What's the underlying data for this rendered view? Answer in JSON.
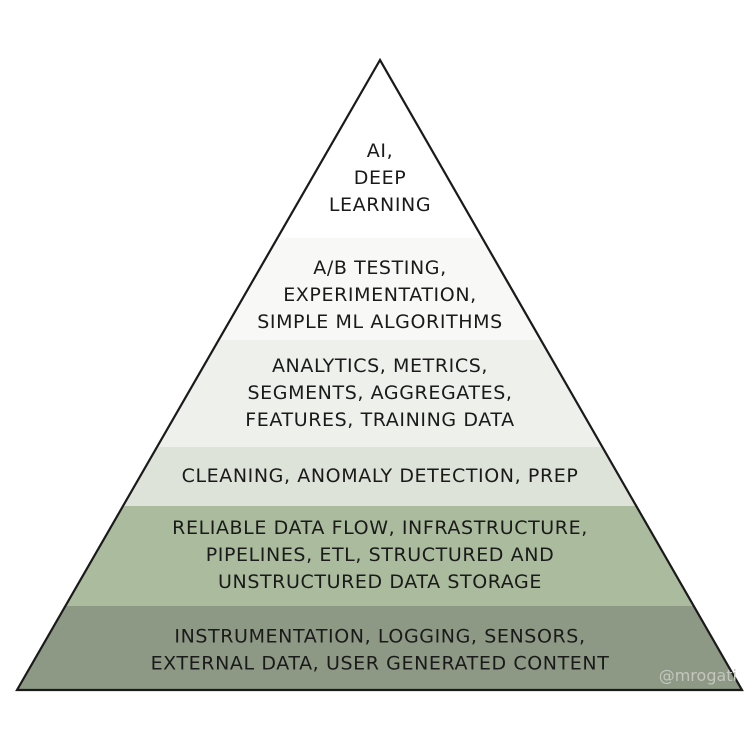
{
  "tiers": [
    {
      "lines": [
        "AI,",
        "DEEP",
        "LEARNING"
      ],
      "color": "#ffffff"
    },
    {
      "lines": [
        "A/B TESTING,",
        "EXPERIMENTATION,",
        "SIMPLE ML ALGORITHMS"
      ],
      "color": "#f8f8f7"
    },
    {
      "lines": [
        "ANALYTICS, METRICS,",
        "SEGMENTS, AGGREGATES,",
        "FEATURES, TRAINING DATA"
      ],
      "color": "#eef0ec"
    },
    {
      "lines": [
        "CLEANING, ANOMALY DETECTION, PREP"
      ],
      "color": "#dde3d8"
    },
    {
      "lines": [
        "RELIABLE DATA FLOW, INFRASTRUCTURE,",
        "PIPELINES, ETL, STRUCTURED AND",
        "UNSTRUCTURED DATA STORAGE"
      ],
      "color": "#abbc9e"
    },
    {
      "lines": [
        "INSTRUMENTATION, LOGGING, SENSORS,",
        "EXTERNAL DATA, USER GENERATED CONTENT"
      ],
      "color": "#8d9985"
    }
  ],
  "watermark": "@mrogati",
  "colors": {
    "outline": "#1a1a1a",
    "text": "#1a1a1a",
    "watermark": "#c3c7bd"
  }
}
